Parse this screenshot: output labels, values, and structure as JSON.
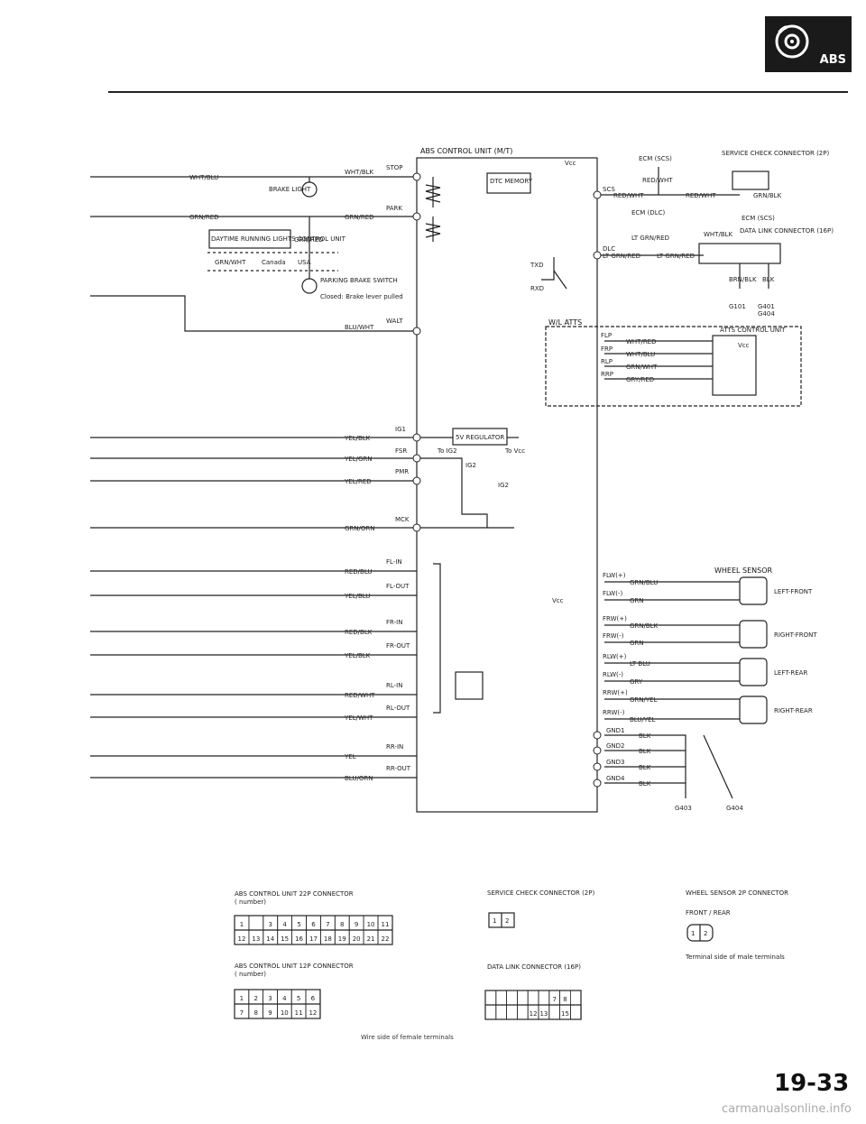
{
  "badge": {
    "label": "ABS",
    "icon": "brake-disc-icon"
  },
  "page_number": "19-33",
  "footer": "carmanualsonline.info",
  "footnote": "Wire side of female terminals",
  "unit_title": "ABS CONTROL UNIT (M/T)",
  "top_left": {
    "wire1": "WHT/BLU",
    "wire1b": "WHT/BLK",
    "stop": "STOP",
    "brake_light": "BRAKE LIGHT",
    "wire2": "GRN/RED",
    "wire2b": "GRN/RED",
    "park": "PARK",
    "drl": "DAYTIME RUNNING LIGHTS CONTROL UNIT",
    "drl_wire": "GRN/RED",
    "grn_wht": "GRN/WHT",
    "canada": "Canada",
    "usa": "USA",
    "parking_switch": "PARKING BRAKE SWITCH",
    "parking_note": "Closed: Brake lever pulled",
    "blu_wht": "BLU/WHT",
    "walt": "WALT"
  },
  "dtc": "DTC MEMORY",
  "vcc": "Vcc",
  "scs": "SCS",
  "dlc": "DLC",
  "txd": "TXD",
  "rxd": "RXD",
  "top_right": {
    "ecm_scs": "ECM (SCS)",
    "service_check": "SERVICE CHECK CONNECTOR (2P)",
    "red_wht1": "RED/WHT",
    "red_wht2": "RED/WHT",
    "red_wht3": "RED/WHT",
    "grn_blk": "GRN/BLK",
    "ecm_dlc": "ECM (DLC)",
    "ecm_scs2": "ECM (SCS)",
    "lt_grn_red": "LT GRN/RED",
    "lt_grn_red2": "LT GRN/RED",
    "lt_grn_red3": "LT GRN/RED",
    "data_link": "DATA LINK CONNECTOR (16P)",
    "wht_blk": "WHT/BLK",
    "brn_blk": "BRN/BLK",
    "blk": "BLK",
    "g101": "G101",
    "g401": "G401",
    "g404": "G404"
  },
  "atts": {
    "title": "W/L ATTS",
    "unit": "ATTS CONTROL UNIT",
    "rows": [
      {
        "pin": "FLP",
        "wire": "WHT/RED"
      },
      {
        "pin": "FRP",
        "wire": "WHT/BLU"
      },
      {
        "pin": "RLP",
        "wire": "GRN/WHT"
      },
      {
        "pin": "RRP",
        "wire": "GRY/RED"
      }
    ]
  },
  "middle": {
    "igi": "IG1",
    "regulator": "5V REGULATOR",
    "fsr": "FSR",
    "to_ig2": "To IG2",
    "to_vcc": "To Vcc",
    "pmr": "PMR",
    "ig2": "IG2",
    "mck": "MCK",
    "wires": [
      {
        "label": "YEL/BLK"
      },
      {
        "label": "YEL/GRN"
      },
      {
        "label": "YEL/RED"
      },
      {
        "label": "GRN/ORN"
      }
    ]
  },
  "solenoids": [
    {
      "pin": "FL-IN",
      "wire": "RED/BLU"
    },
    {
      "pin": "FL-OUT",
      "wire": "YEL/BLU"
    },
    {
      "pin": "FR-IN",
      "wire": "RED/BLK"
    },
    {
      "pin": "FR-OUT",
      "wire": "YEL/BLK"
    },
    {
      "pin": "RL-IN",
      "wire": "RED/WHT"
    },
    {
      "pin": "RL-OUT",
      "wire": "YEL/WHT"
    },
    {
      "pin": "RR-IN",
      "wire": "YEL"
    },
    {
      "pin": "RR-OUT",
      "wire": "BLU/ORN"
    }
  ],
  "sensors": {
    "title": "WHEEL SENSOR",
    "rows": [
      {
        "pin": "FLW(+)",
        "wire": "GRN/BLU"
      },
      {
        "pin": "FLW(-)",
        "wire": "GRN"
      },
      {
        "pin": "FRW(+)",
        "wire": "GRN/BLK"
      },
      {
        "pin": "FRW(-)",
        "wire": "GRN"
      },
      {
        "pin": "RLW(+)",
        "wire": "LT BLU"
      },
      {
        "pin": "RLW(-)",
        "wire": "GRY"
      },
      {
        "pin": "RRW(+)",
        "wire": "GRN/YEL"
      },
      {
        "pin": "RRW(-)",
        "wire": "BLU/YEL"
      }
    ],
    "positions": [
      "LEFT-FRONT",
      "RIGHT-FRONT",
      "LEFT-REAR",
      "RIGHT-REAR"
    ]
  },
  "grounds": {
    "rows": [
      {
        "pin": "GND1",
        "wire": "BLK"
      },
      {
        "pin": "GND2",
        "wire": "BLK"
      },
      {
        "pin": "GND3",
        "wire": "BLK"
      },
      {
        "pin": "GND4",
        "wire": "BLK"
      }
    ],
    "g403": "G403",
    "g404": "G404"
  },
  "connectors": {
    "c22p_title": "ABS CONTROL UNIT 22P CONNECTOR",
    "c22p_note": "( number)",
    "c22p_row1": [
      "1",
      "",
      "3",
      "4",
      "5",
      "6",
      "7",
      "8",
      "9",
      "10",
      "11"
    ],
    "c22p_row2": [
      "12",
      "13",
      "14",
      "15",
      "16",
      "17",
      "18",
      "19",
      "20",
      "21",
      "22"
    ],
    "c12p_title": "ABS CONTROL UNIT 12P CONNECTOR",
    "c12p_note": "( number)",
    "c12p_row1": [
      "1",
      "2",
      "3",
      "4",
      "5",
      "6"
    ],
    "c12p_row2": [
      "7",
      "8",
      "9",
      "10",
      "11",
      "12"
    ],
    "svc_title": "SERVICE CHECK CONNECTOR (2P)",
    "svc_pins": [
      "1",
      "2"
    ],
    "dlc_title": "DATA LINK CONNECTOR (16P)",
    "dlc_row1": [
      "",
      "",
      "",
      "",
      "",
      "",
      "7",
      "8"
    ],
    "dlc_row2": [
      "",
      "",
      "",
      "",
      "12",
      "13",
      "",
      "15",
      ""
    ],
    "ws_title": "WHEEL SENSOR 2P CONNECTOR",
    "ws_sub": "FRONT / REAR",
    "ws_pins": [
      "1",
      "2"
    ],
    "ws_note": "Terminal side of male terminals"
  }
}
